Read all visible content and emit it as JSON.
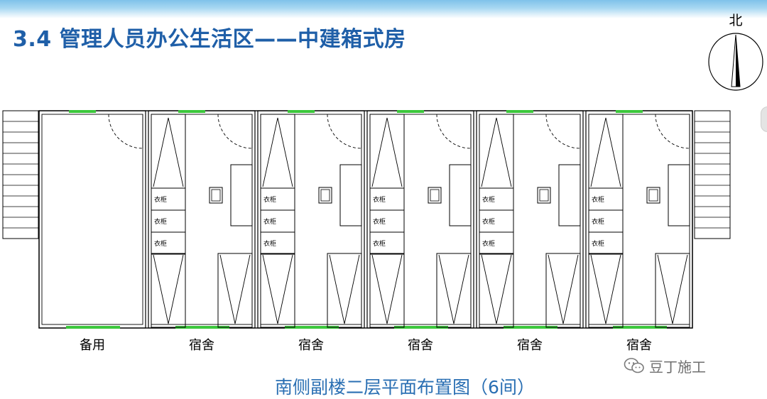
{
  "slide": {
    "title": "3.4 管理人员办公生活区——中建箱式房",
    "north": "北",
    "caption": "南侧副楼二层平面布置图（6间）",
    "brand": "豆丁施工"
  },
  "plan": {
    "rooms": [
      {
        "label": "备用",
        "type": "spare"
      },
      {
        "label": "宿舍",
        "type": "dorm",
        "wardrobes": [
          "衣柜",
          "衣柜",
          "衣柜"
        ]
      },
      {
        "label": "宿舍",
        "type": "dorm",
        "wardrobes": [
          "衣柜",
          "衣柜",
          "衣柜"
        ]
      },
      {
        "label": "宿舍",
        "type": "dorm",
        "wardrobes": [
          "衣柜",
          "衣柜",
          "衣柜"
        ]
      },
      {
        "label": "宿舍",
        "type": "dorm",
        "wardrobes": [
          "衣柜",
          "衣柜",
          "衣柜"
        ]
      },
      {
        "label": "宿舍",
        "type": "dorm",
        "wardrobes": [
          "衣柜",
          "衣柜",
          "衣柜"
        ]
      }
    ]
  },
  "colors": {
    "title": "#1f5fa8",
    "caption": "#2a6fb3",
    "window": "#3cc73c",
    "wall": "#000000"
  }
}
